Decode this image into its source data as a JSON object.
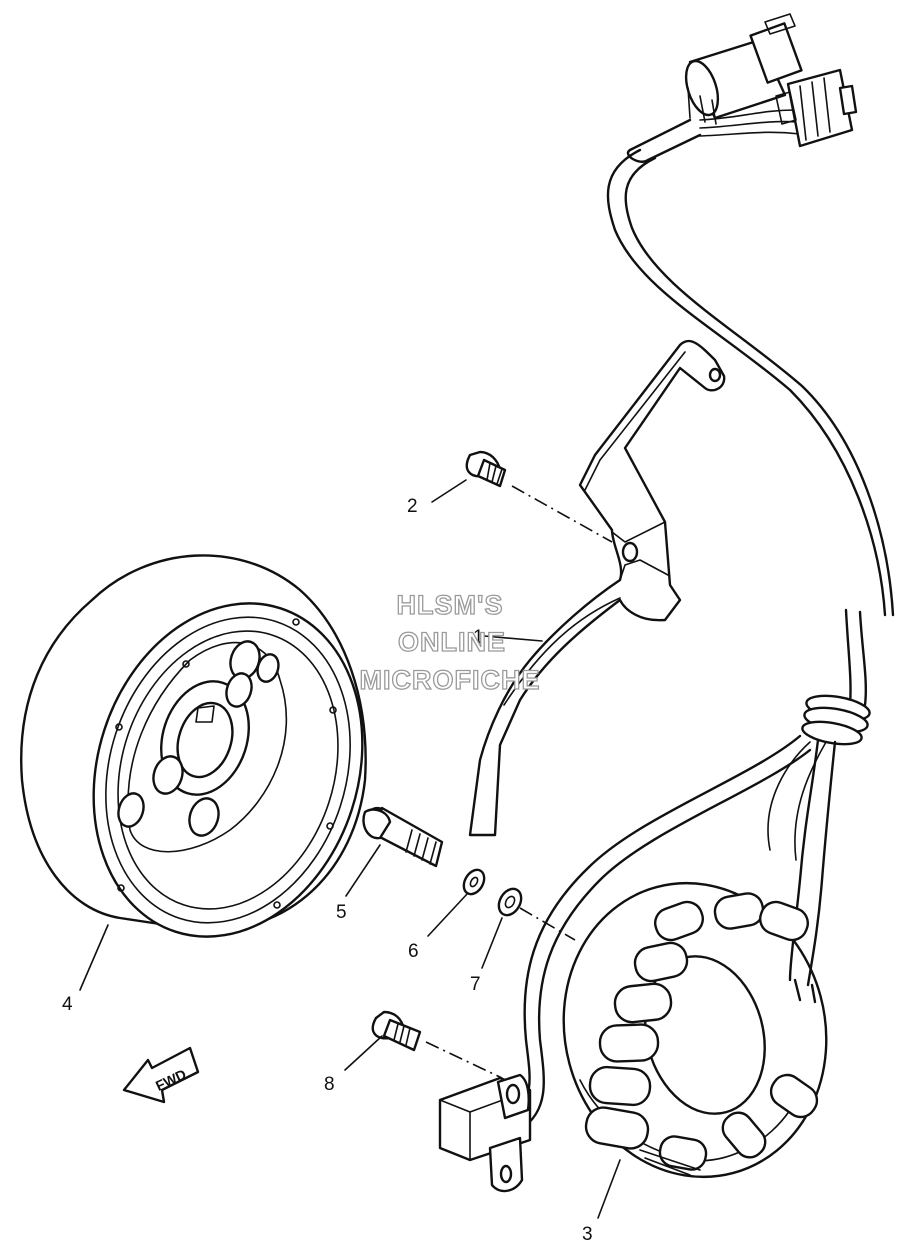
{
  "watermark": {
    "line1": "HLSM'S",
    "line2": "ONLINE",
    "line3": "MICROFICHE"
  },
  "direction_marker": {
    "label": "FWD",
    "icon": "left-arrow-icon"
  },
  "callouts": [
    {
      "id": "1",
      "text": "1"
    },
    {
      "id": "2",
      "text": "2"
    },
    {
      "id": "3",
      "text": "3"
    },
    {
      "id": "4",
      "text": "4"
    },
    {
      "id": "5",
      "text": "5"
    },
    {
      "id": "6",
      "text": "6"
    },
    {
      "id": "7",
      "text": "7"
    },
    {
      "id": "8",
      "text": "8"
    }
  ],
  "colors": {
    "line": "#111111",
    "background": "#ffffff",
    "watermark_outline": "#9a9a9a"
  }
}
